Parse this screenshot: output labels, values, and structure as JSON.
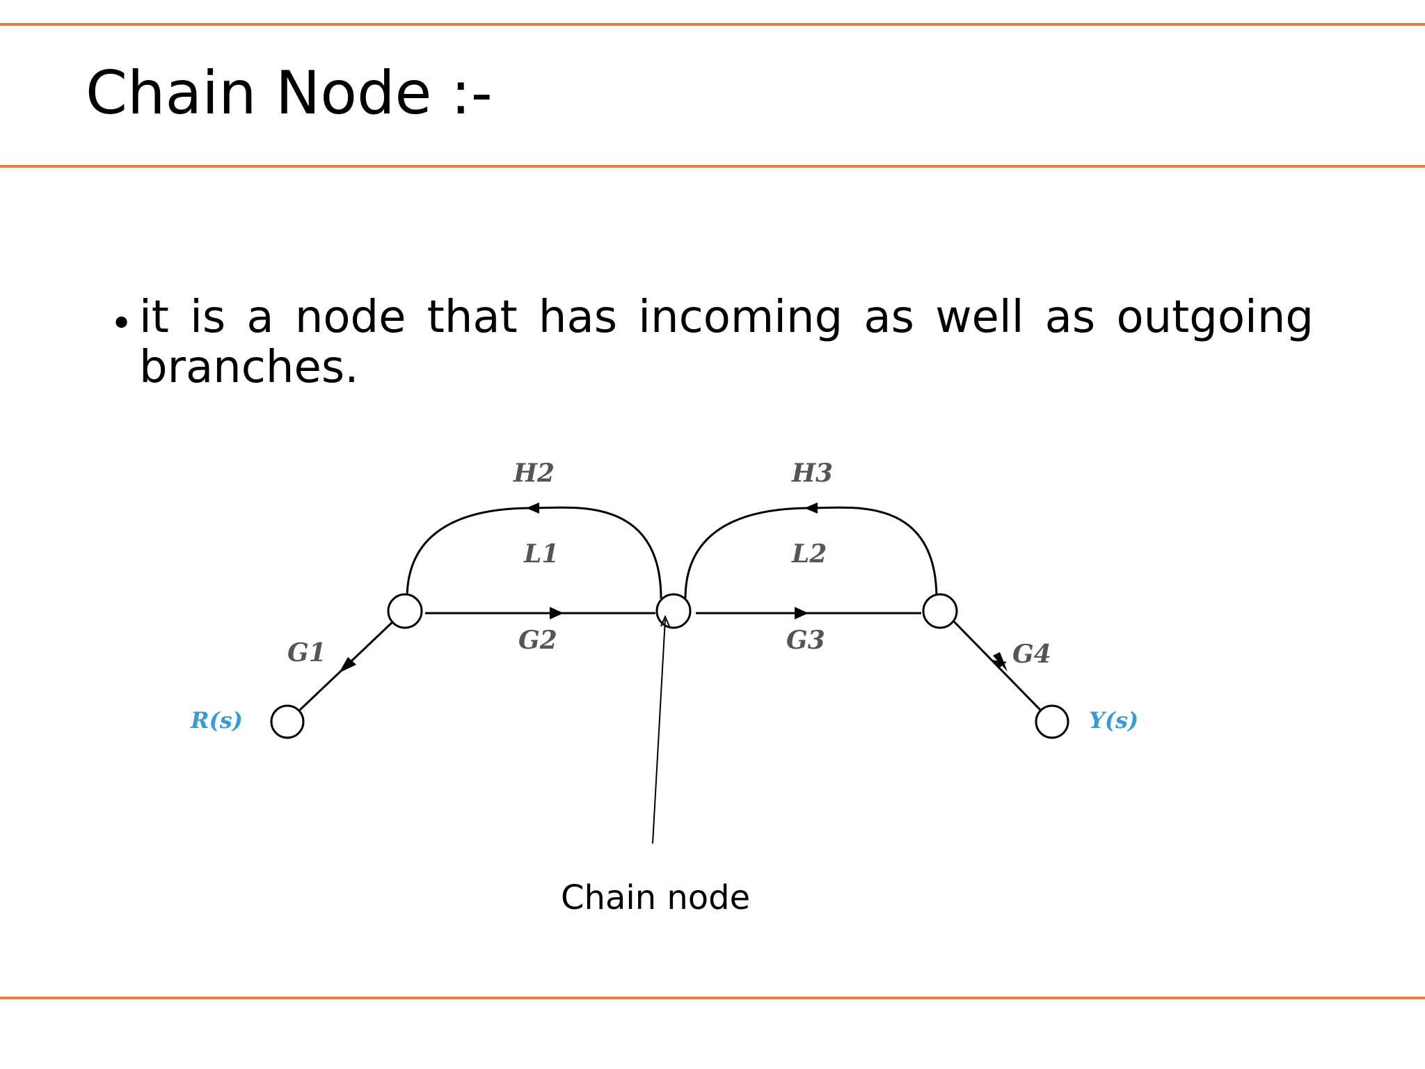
{
  "slide": {
    "title": "Chain Node :-",
    "bullet": "it is a node that has incoming as well as outgoing branches."
  },
  "diagram": {
    "input_label": "R(s)",
    "output_label": "Y(s)",
    "branch_labels": {
      "g1": "G1",
      "g2": "G2",
      "g3": "G3",
      "g4": "G4",
      "h2": "H2",
      "h3": "H3"
    },
    "loop_labels": {
      "l1": "L1",
      "l2": "L2"
    },
    "callout": "Chain node"
  },
  "colors": {
    "rule": "#e0823e",
    "io_label": "#3a9ad9",
    "branch_label": "#555555"
  }
}
